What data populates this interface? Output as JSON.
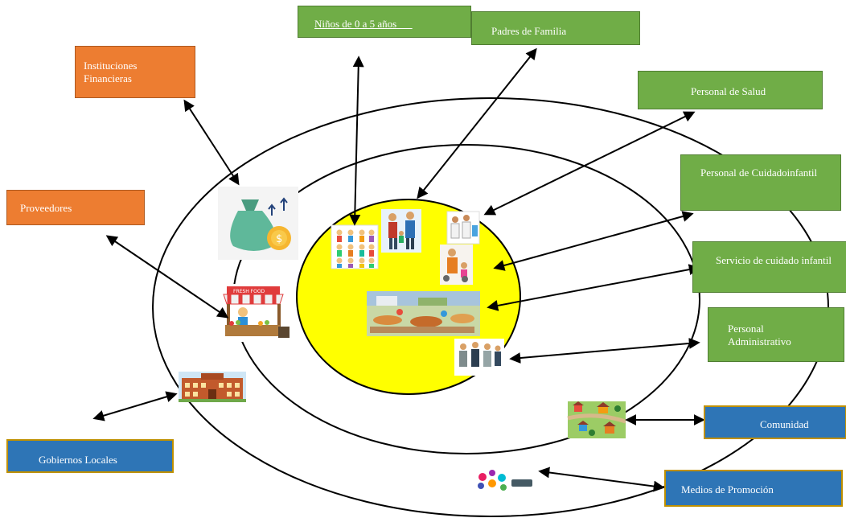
{
  "boxes": {
    "ninos": "Niños de 0 a 5 años      ",
    "padres": "Padres de Familia",
    "salud": "Personal de Salud",
    "cuidado": "Personal de Cuidadoinfantil",
    "servicio": "Servicio de cuidado infantil",
    "admin_line1": "Personal",
    "admin_line2": "Administrativo",
    "instit_line1": "Instituciones",
    "instit_line2": "Financieras",
    "proveedores": "Proveedores",
    "gobiernos": "Gobiernos Locales",
    "comunidad": "Comunidad",
    "medios": "Medios de Promoción"
  },
  "images": {
    "money": "money-bag-icon",
    "market": "fresh-food-market-stall",
    "townhall": "town-hall-building",
    "children": "children-group-photo",
    "family": "family-photo",
    "doctors": "health-staff-photo",
    "caregiver": "caregiver-photo",
    "classroom": "childcare-classroom-photo",
    "staff": "administrative-staff-photo",
    "community": "community-town-map",
    "media": "media-promotion-icon",
    "fresh_food_sign": "FRESH FOOD"
  },
  "colors": {
    "green": "#70ad47",
    "orange": "#ed7d31",
    "blue": "#2e75b6",
    "core": "#ffff00"
  }
}
